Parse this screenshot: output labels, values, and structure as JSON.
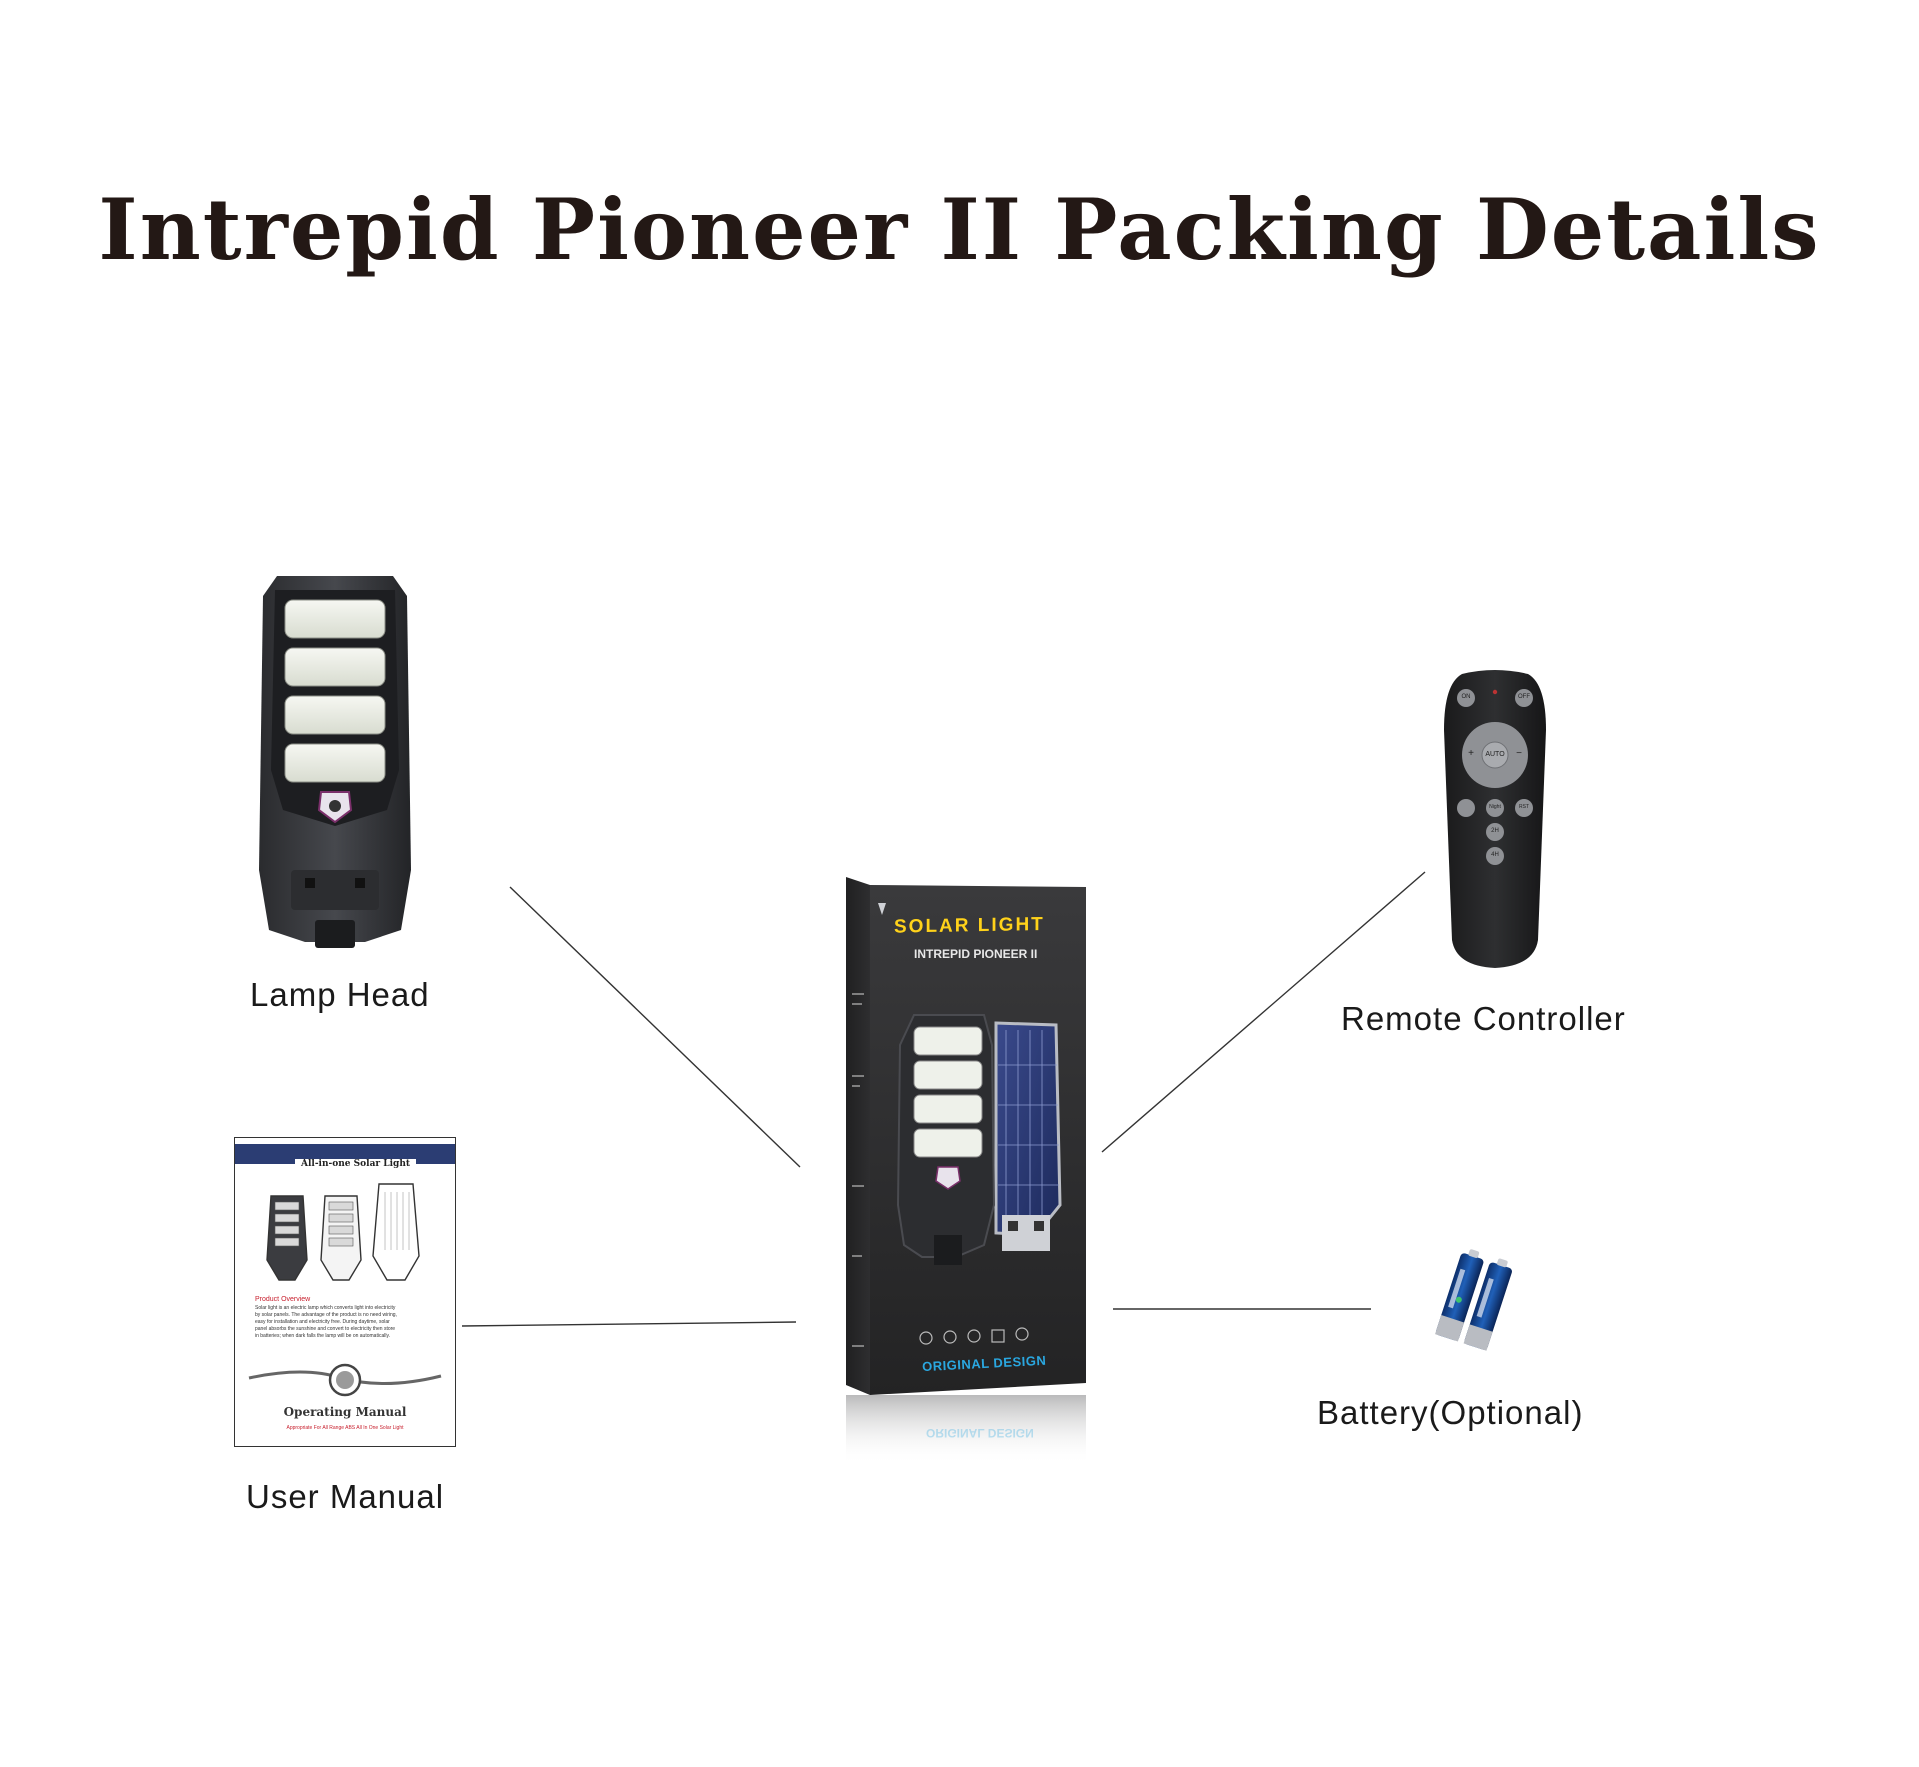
{
  "title": "Intrepid Pioneer II Packing Details",
  "items": {
    "lamp_head": "Lamp Head",
    "user_manual": "User Manual",
    "remote_controller": "Remote Controller",
    "battery": "Battery(Optional)"
  },
  "package_box": {
    "brand_line": "SOLAR LIGHT",
    "model_line": "INTREPID PIONEER II",
    "footer_line": "ORIGINAL DESIGN"
  },
  "manual_cover": {
    "header": "All-in-one Solar Light",
    "section_heading": "Product Overview",
    "body_lines": [
      "Solar light is an electric lamp which converts light into electricity",
      "by solar panels. The advantage of the product is no need wiring,",
      "easy for installation and electricity free. During daytime, solar",
      "panel absorbs the sunshine and convert to electricity then store",
      "in batteries; when dark falls the lamp will be on automatically."
    ],
    "title": "Operating Manual",
    "subtitle": "Appropriate For All Range ABS All In One Solar Light"
  },
  "remote_buttons": {
    "on": "ON",
    "off": "OFF",
    "auto": "AUTO",
    "plus": "+",
    "minus": "−",
    "night": "Night",
    "reset": "RST",
    "timer_2h": "2H",
    "timer_4h": "4H"
  },
  "colors": {
    "title": "#231815",
    "label": "#1a1a1a",
    "box_yellow": "#ffd21a",
    "box_blue": "#2aa7e0",
    "manual_red": "#c8202e",
    "manual_band": "#2b3d73",
    "connector_line": "#333333"
  }
}
